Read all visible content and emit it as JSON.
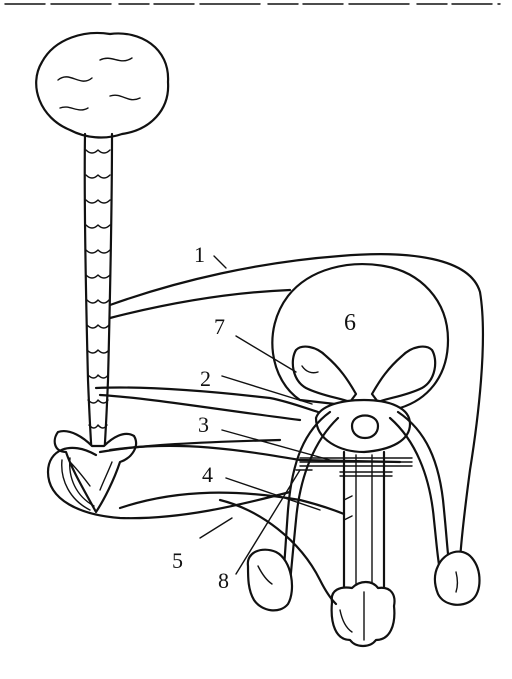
{
  "diagram": {
    "labels": {
      "l1": "1",
      "l2": "2",
      "l3": "3",
      "l4": "4",
      "l5": "5",
      "l6": "6",
      "l7": "7",
      "l8": "8"
    },
    "colors": {
      "ink": "#111111",
      "background": "#ffffff"
    }
  }
}
